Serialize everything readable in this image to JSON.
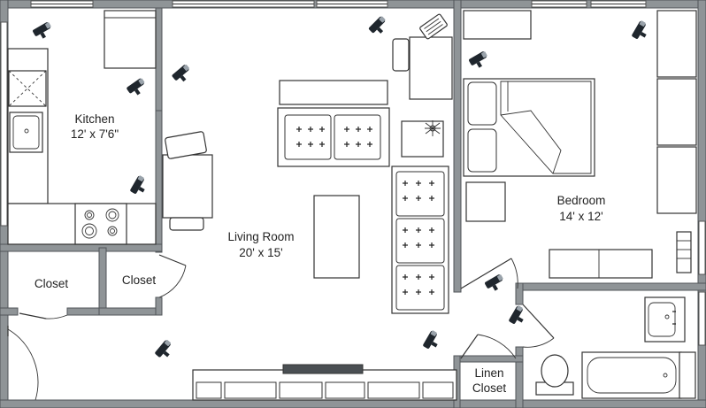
{
  "rooms": {
    "kitchen": {
      "name": "Kitchen",
      "size": "12' x 7'6\""
    },
    "living_room": {
      "name": "Living Room",
      "size": "20' x 15'"
    },
    "bedroom": {
      "name": "Bedroom",
      "size": "14' x 12'"
    },
    "closet_left": {
      "name": "Closet"
    },
    "closet_right": {
      "name": "Closet"
    },
    "linen_closet": {
      "line1": "Linen",
      "line2": "Closet"
    }
  },
  "colors": {
    "wall": "#8f9497",
    "ink": "#333333",
    "camera": "#1f262d"
  },
  "icons": {
    "camera": "security-camera-icon",
    "plant": "plant-icon"
  }
}
